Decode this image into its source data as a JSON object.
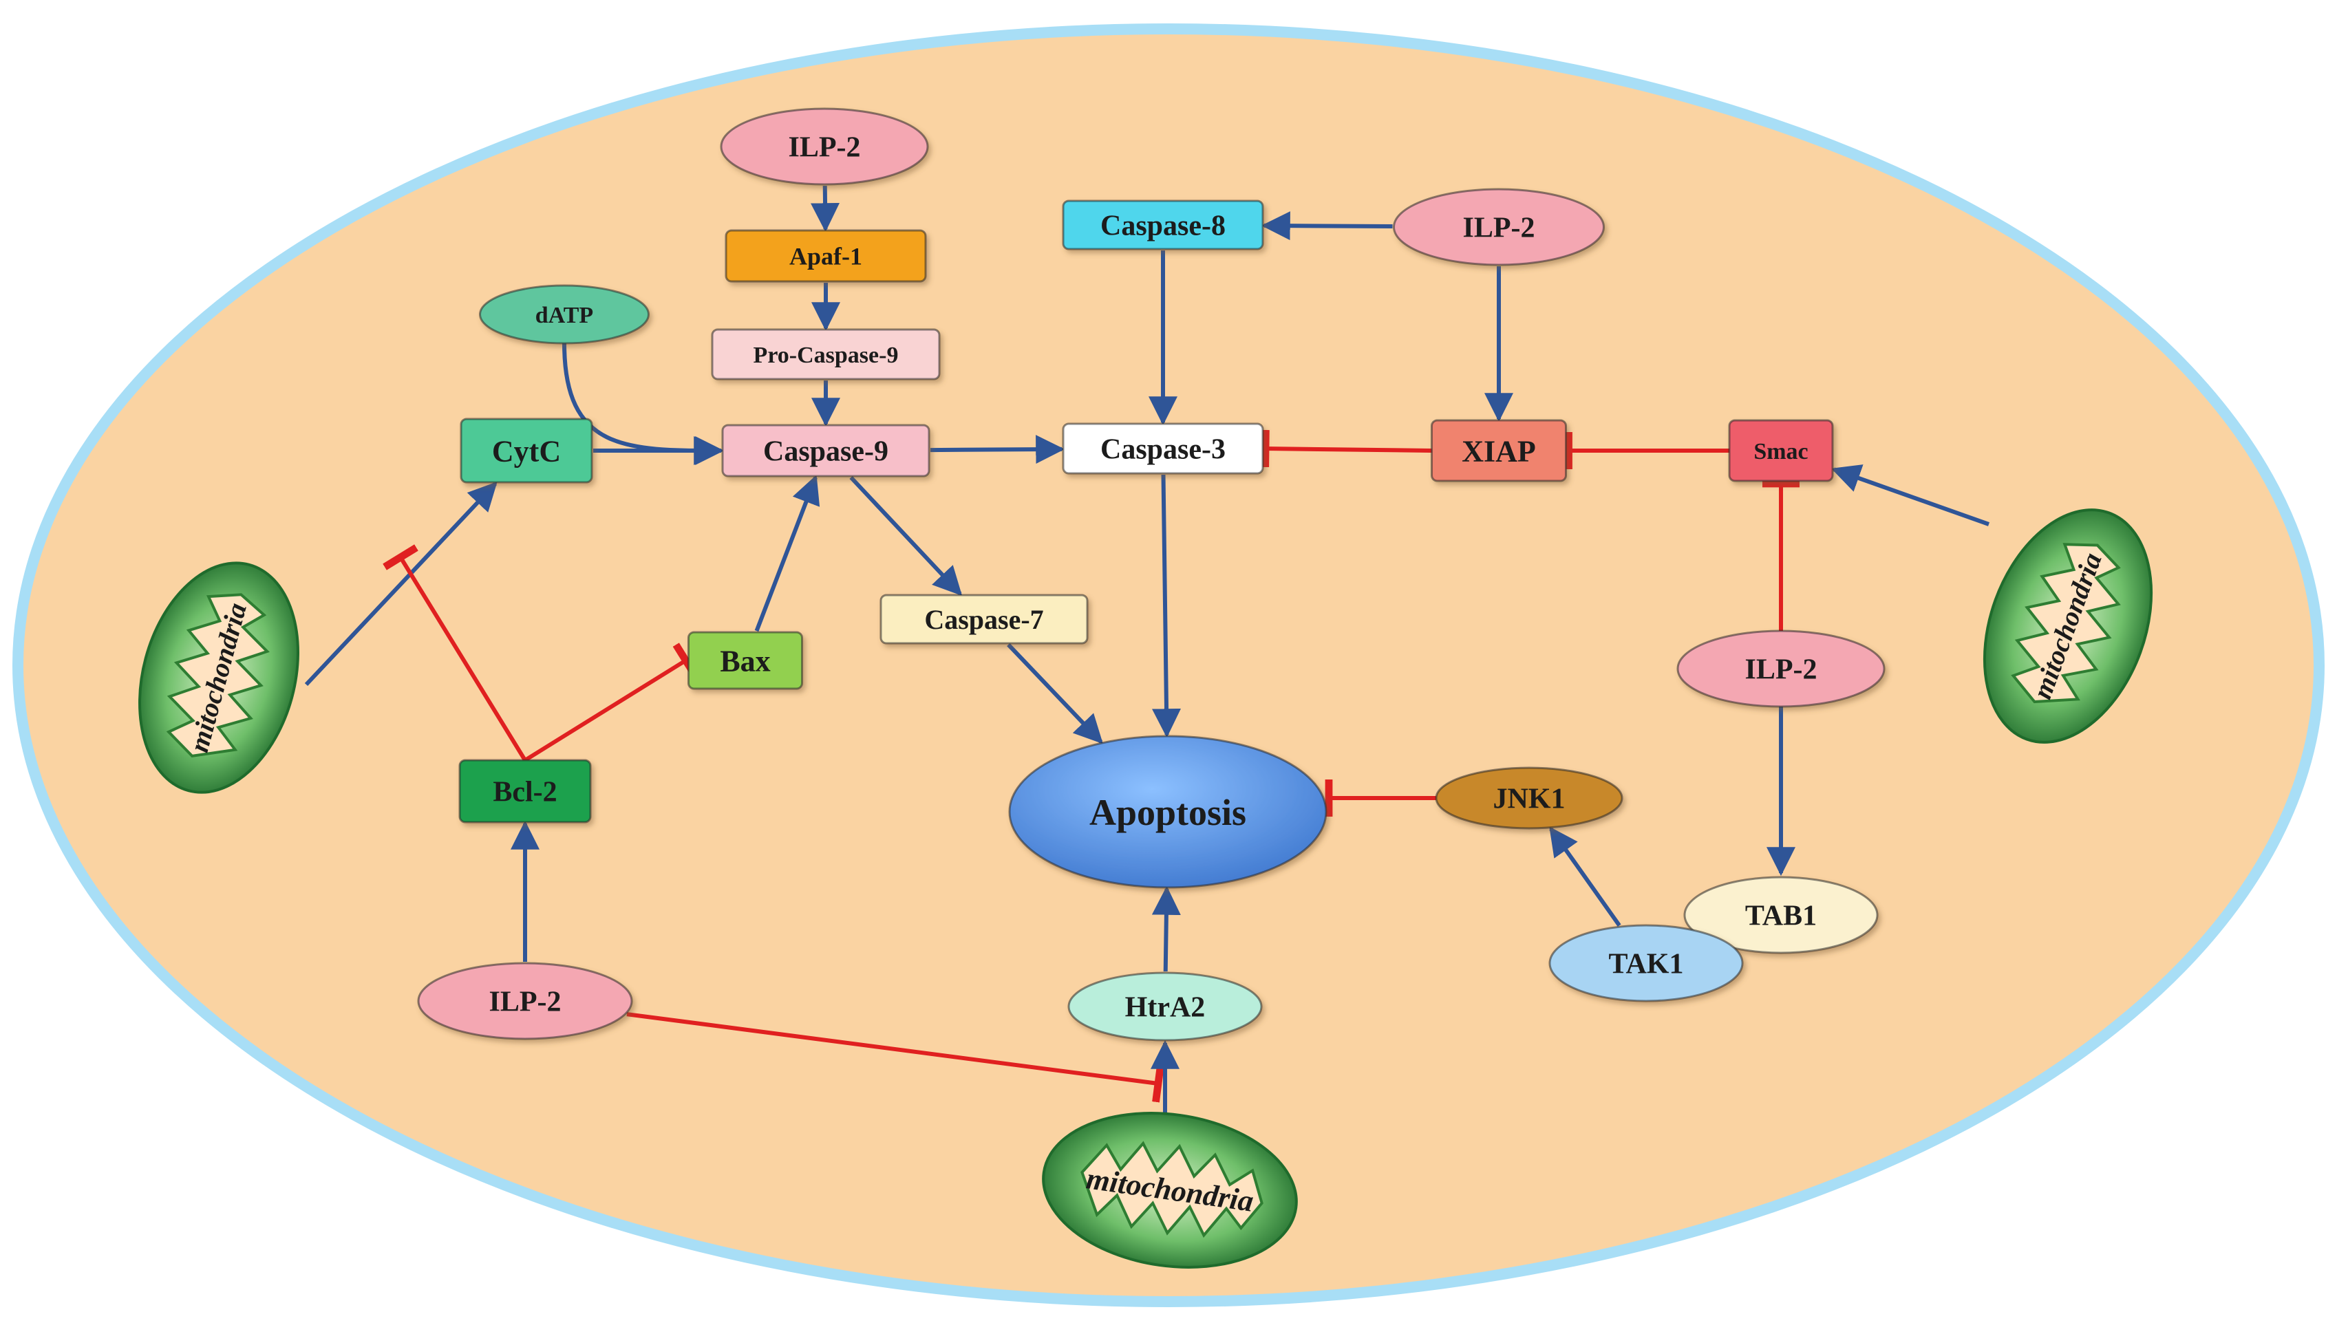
{
  "diagram": {
    "colors": {
      "cell_fill": "#fad3a2",
      "cell_border": "#a8def6",
      "activation": "#2f5597",
      "inhibition": "#e02020"
    },
    "nodes": {
      "ilp2_top": {
        "label": "ILP-2",
        "fill": "#f4a7b2"
      },
      "ilp2_right": {
        "label": "ILP-2",
        "fill": "#f4a7b2"
      },
      "ilp2_smac": {
        "label": "ILP-2",
        "fill": "#f4a7b2"
      },
      "ilp2_bottom": {
        "label": "ILP-2",
        "fill": "#f4a7b2"
      },
      "apaf1": {
        "label": "Apaf-1",
        "fill": "#f3a21b"
      },
      "pro_caspase9": {
        "label": "Pro-Caspase-9",
        "fill": "#f9d3d3"
      },
      "caspase9": {
        "label": "Caspase-9",
        "fill": "#f7bfc9"
      },
      "caspase8": {
        "label": "Caspase-8",
        "fill": "#4fd6ec"
      },
      "caspase3": {
        "label": "Caspase-3",
        "fill": "#ffffff"
      },
      "caspase7": {
        "label": "Caspase-7",
        "fill": "#fbeec0"
      },
      "dATP": {
        "label": "dATP",
        "fill": "#5fc69e"
      },
      "cytc": {
        "label": "CytC",
        "fill": "#4ec996"
      },
      "xiap": {
        "label": "XIAP",
        "fill": "#f0836e"
      },
      "smac": {
        "label": "Smac",
        "fill": "#ee5d6b"
      },
      "bax": {
        "label": "Bax",
        "fill": "#92d050"
      },
      "bcl2": {
        "label": "Bcl-2",
        "fill": "#1fa14d"
      },
      "apoptosis": {
        "label": "Apoptosis",
        "fill": "#4f8fe0"
      },
      "jnk1": {
        "label": "JNK1",
        "fill": "#c8882a"
      },
      "tab1": {
        "label": "TAB1",
        "fill": "#fbf1cf"
      },
      "tak1": {
        "label": "TAK1",
        "fill": "#a8d4f3"
      },
      "htra2": {
        "label": "HtrA2",
        "fill": "#b9eedb"
      }
    },
    "mitochondria": [
      {
        "id": "mito_left",
        "label": "mitochondria"
      },
      {
        "id": "mito_right",
        "label": "mitochondria"
      },
      {
        "id": "mito_bottom",
        "label": "mitochondria"
      }
    ],
    "edges": [
      {
        "from": "ilp2_top",
        "to": "apaf1",
        "type": "activation"
      },
      {
        "from": "apaf1",
        "to": "pro_caspase9",
        "type": "activation"
      },
      {
        "from": "pro_caspase9",
        "to": "caspase9",
        "type": "activation"
      },
      {
        "from": "dATP",
        "to": "caspase9",
        "type": "activation"
      },
      {
        "from": "cytc",
        "to": "caspase9",
        "type": "activation"
      },
      {
        "from": "caspase9",
        "to": "caspase3",
        "type": "activation"
      },
      {
        "from": "caspase9",
        "to": "caspase7",
        "type": "activation"
      },
      {
        "from": "ilp2_right",
        "to": "caspase8",
        "type": "activation"
      },
      {
        "from": "ilp2_right",
        "to": "xiap",
        "type": "activation"
      },
      {
        "from": "caspase8",
        "to": "caspase3",
        "type": "activation"
      },
      {
        "from": "xiap",
        "to": "caspase3",
        "type": "inhibition"
      },
      {
        "from": "smac",
        "to": "xiap",
        "type": "inhibition"
      },
      {
        "from": "mito_right",
        "to": "smac",
        "type": "activation"
      },
      {
        "from": "ilp2_smac",
        "to": "smac",
        "type": "inhibition"
      },
      {
        "from": "ilp2_smac",
        "to": "tab1",
        "type": "activation"
      },
      {
        "from": "mito_left",
        "to": "cytc",
        "type": "activation"
      },
      {
        "from": "bcl2",
        "to": "cytc",
        "type": "inhibition"
      },
      {
        "from": "bcl2",
        "to": "bax",
        "type": "inhibition"
      },
      {
        "from": "bax",
        "to": "caspase9",
        "type": "activation"
      },
      {
        "from": "ilp2_bottom",
        "to": "bcl2",
        "type": "activation"
      },
      {
        "from": "ilp2_bottom",
        "to": "htra2",
        "type": "inhibition"
      },
      {
        "from": "caspase3",
        "to": "apoptosis",
        "type": "activation"
      },
      {
        "from": "caspase7",
        "to": "apoptosis",
        "type": "activation"
      },
      {
        "from": "jnk1",
        "to": "apoptosis",
        "type": "inhibition"
      },
      {
        "from": "tak1",
        "to": "jnk1",
        "type": "activation"
      },
      {
        "from": "htra2",
        "to": "apoptosis",
        "type": "activation"
      },
      {
        "from": "mito_bottom",
        "to": "htra2",
        "type": "activation"
      }
    ]
  }
}
